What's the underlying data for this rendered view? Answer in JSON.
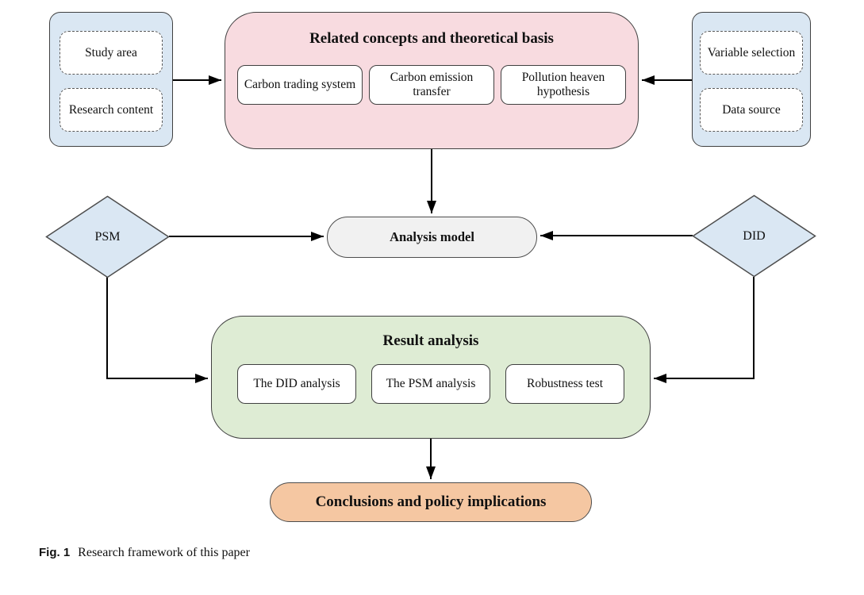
{
  "caption": {
    "label": "Fig. 1",
    "text": "Research framework of this paper"
  },
  "left_inputs": {
    "items": [
      "Study area",
      "Research content"
    ]
  },
  "right_inputs": {
    "items": [
      "Variable selection",
      "Data source"
    ]
  },
  "concepts": {
    "title": "Related concepts and theoretical basis",
    "items": [
      "Carbon trading system",
      "Carbon emission transfer",
      "Pollution heaven hypothesis"
    ]
  },
  "psm": "PSM",
  "did": "DID",
  "analysis_model": "Analysis model",
  "results": {
    "title": "Result analysis",
    "items": [
      "The DID analysis",
      "The PSM analysis",
      "Robustness test"
    ]
  },
  "conclusions": "Conclusions and policy implications",
  "colors": {
    "input_group_fill": "#dae7f3",
    "concepts_fill": "#f8dbe0",
    "results_fill": "#deecd4",
    "model_fill": "#f1f1f1",
    "conclusions_fill": "#f5c7a2",
    "outline": "#404040",
    "arrow": "#000000"
  }
}
